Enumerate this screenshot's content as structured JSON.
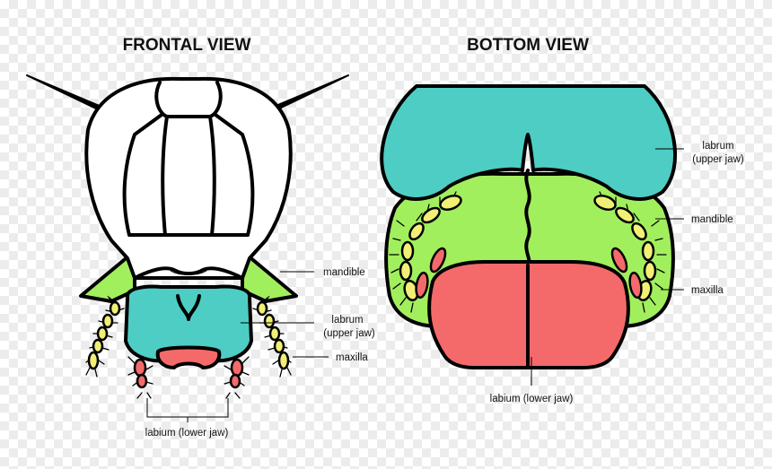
{
  "frontal": {
    "title": "FRONTAL VIEW",
    "labels": {
      "mandible": "mandible",
      "labrum_line1": "labrum",
      "labrum_line2": "(upper jaw)",
      "maxilla": "maxilla",
      "labium": "labium (lower jaw)"
    }
  },
  "bottom": {
    "title": "BOTTOM VIEW",
    "labels": {
      "labrum_line1": "labrum",
      "labrum_line2": "(upper jaw)",
      "mandible": "mandible",
      "maxilla": "maxilla",
      "labium": "labium (lower jaw)"
    }
  },
  "colors": {
    "labrum": "#4ecdc4",
    "mandible": "#a2ef5e",
    "maxilla": "#f2ef76",
    "labium": "#f46a6a",
    "head": "#ffffff",
    "outline": "#000000"
  }
}
